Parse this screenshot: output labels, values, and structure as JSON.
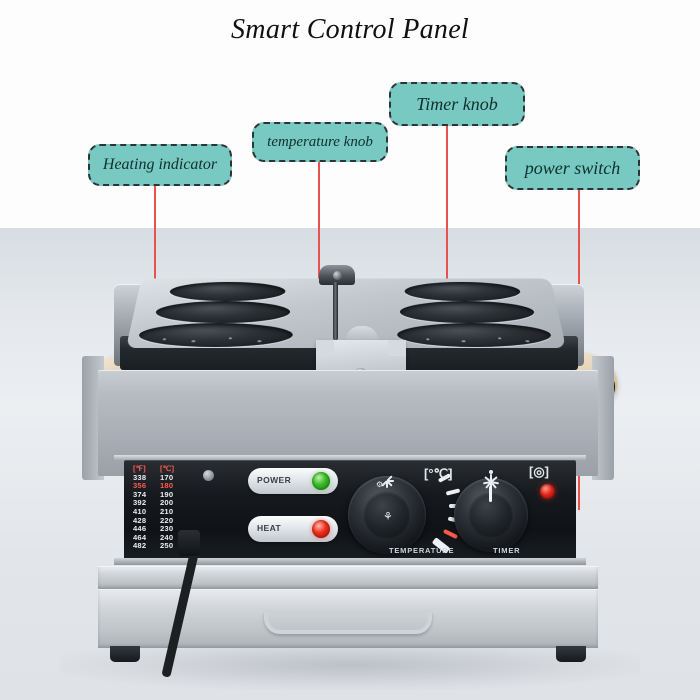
{
  "title": "Smart Control Panel",
  "callouts": [
    {
      "id": "heating-indicator",
      "label": "Heating indicator"
    },
    {
      "id": "temperature-knob",
      "label": "temperature knob"
    },
    {
      "id": "timer-knob",
      "label": "Timer knob"
    },
    {
      "id": "power-switch",
      "label": "power switch"
    }
  ],
  "colors": {
    "callout_fill": "#77c9c1",
    "callout_border": "#2e3334",
    "leader_line": "#e8514e",
    "panel": "#16191d",
    "power_lamp": "#3fbd2c",
    "heat_lamp": "#ef2f1c",
    "power_switch": "#e8251a",
    "table_highlight": "#ff5a4e"
  },
  "panel": {
    "temperature_table": {
      "headers": [
        "[℉]",
        "[℃]"
      ],
      "rows": [
        {
          "f": "338",
          "c": "170",
          "highlight": false
        },
        {
          "f": "356",
          "c": "180",
          "highlight": true
        },
        {
          "f": "374",
          "c": "190",
          "highlight": false
        },
        {
          "f": "392",
          "c": "200",
          "highlight": false
        },
        {
          "f": "410",
          "c": "210",
          "highlight": false
        },
        {
          "f": "428",
          "c": "220",
          "highlight": false
        },
        {
          "f": "446",
          "c": "230",
          "highlight": false
        },
        {
          "f": "464",
          "c": "240",
          "highlight": false
        },
        {
          "f": "482",
          "c": "250",
          "highlight": false
        }
      ]
    },
    "buttons": [
      {
        "id": "power",
        "label": "POWER",
        "lamp": "green"
      },
      {
        "id": "heat",
        "label": "HEAT",
        "lamp": "red"
      }
    ],
    "knob_captions": {
      "temperature": "TEMPERATURE",
      "timer": "TIMER"
    },
    "icons": {
      "temperature_bracket": "[°℃]",
      "timer_bracket": "[◎]"
    }
  },
  "machine": {
    "mold_count": 6,
    "handle_material": "wood",
    "drawer_count": 2,
    "foot_count": 2
  }
}
